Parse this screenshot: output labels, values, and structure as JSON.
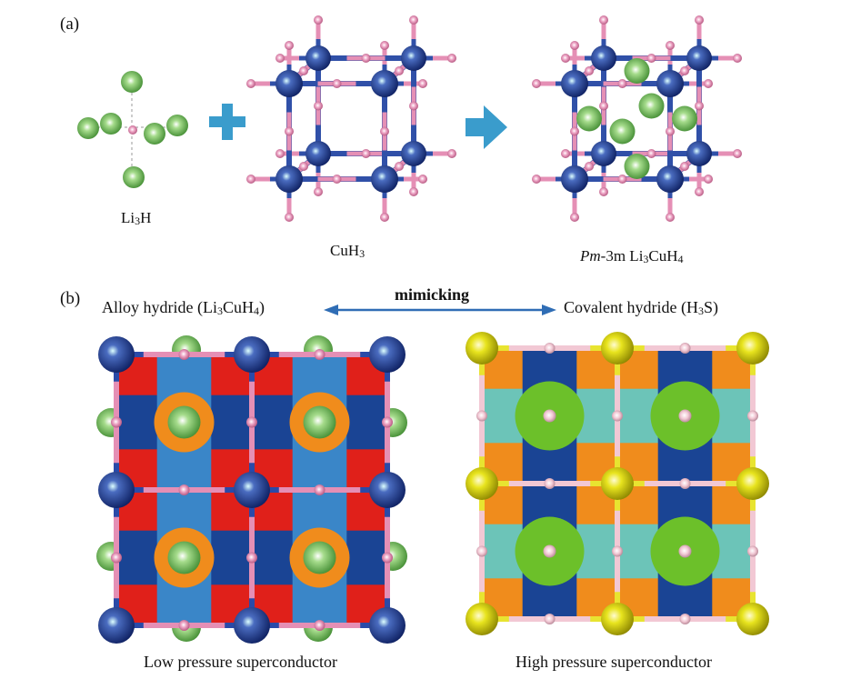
{
  "panel_a": {
    "label": "(a)",
    "li3h": {
      "main": "Li",
      "sub": "3",
      "end": "H"
    },
    "cuh3": {
      "main": "CuH",
      "sub": "3"
    },
    "product": {
      "italic": "Pm",
      "rest": "-3m Li",
      "sub1": "3",
      "mid": "CuH",
      "sub2": "4"
    }
  },
  "panel_b": {
    "label": "(b)",
    "left_title": {
      "a": "Alloy hydride (Li",
      "s1": "3",
      "b": "CuH",
      "s2": "4",
      "c": ")"
    },
    "arrow_label": "mimicking",
    "right_title": {
      "a": "Covalent hydride (H",
      "s1": "3",
      "b": "S)"
    },
    "left_caption": "Low pressure superconductor",
    "right_caption": "High pressure superconductor"
  },
  "colors": {
    "cu": "#1f3d8f",
    "h": "#e58fb5",
    "li": "#7cc46a",
    "s": "#e3e01c",
    "red": "#e0201a",
    "light_blue": "#3a86c8",
    "dark_blue": "#1a4494",
    "orange": "#f08c1c",
    "green": "#6cc02a",
    "teal": "#6cc4b8",
    "arrow": "#3a9ccc"
  }
}
